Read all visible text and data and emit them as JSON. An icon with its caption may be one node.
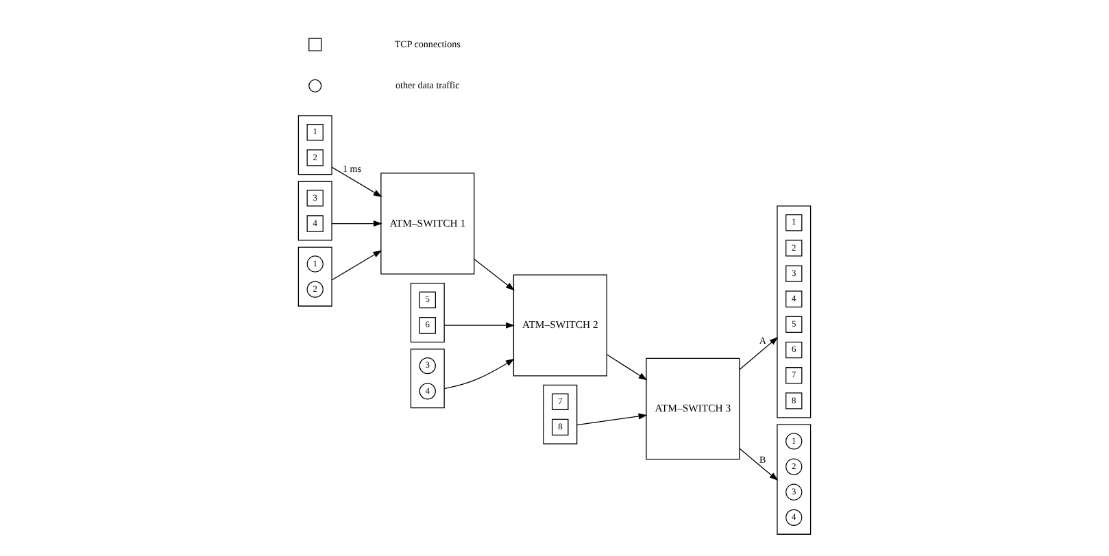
{
  "diagram": {
    "nodes": [
      {
        "text": [],
        "shape": "box"
      },
      {
        "text": [
          "1"
        ],
        "in": 0
      },
      {
        "text": [
          "2"
        ],
        "in": 0
      },
      {
        "text": [],
        "shape": "box"
      },
      {
        "text": [
          "3"
        ],
        "in": 3
      },
      {
        "text": [
          "4"
        ],
        "in": 3
      },
      {
        "text": [],
        "shape": "box"
      },
      {
        "text": [
          "1"
        ],
        "in": 6
      },
      {
        "text": [
          "2"
        ],
        "in": 6
      },
      {
        "text": [
          "ATM–SWITCH 1"
        ]
      },
      {
        "text": [
          "ATM–SWITCH 2"
        ]
      },
      {
        "text": [
          "ATM–SWITCH 3"
        ]
      },
      {
        "text": [],
        "shape": "box"
      },
      {
        "text": [
          "5"
        ],
        "in": 12
      },
      {
        "text": [
          "6"
        ],
        "in": 12
      },
      {
        "text": [],
        "shape": "box"
      },
      {
        "text": [
          "3"
        ],
        "in": 15
      },
      {
        "text": [
          "4"
        ],
        "in": 15
      },
      {
        "text": [],
        "shape": "box"
      },
      {
        "text": [
          "7"
        ],
        "in": 18
      },
      {
        "text": [
          "8"
        ],
        "in": 18
      },
      {
        "text": [],
        "shape": "box"
      },
      {
        "text": [
          "1"
        ],
        "in": 21
      },
      {
        "text": [
          "2"
        ],
        "in": 21
      },
      {
        "text": [
          "3"
        ],
        "in": 21
      },
      {
        "text": [
          "4"
        ],
        "in": 21
      },
      {
        "text": [
          "5"
        ],
        "in": 21
      },
      {
        "text": [
          "6"
        ],
        "in": 21
      },
      {
        "text": [
          "7"
        ],
        "in": 21
      },
      {
        "text": [
          "8"
        ],
        "in": 21
      },
      {
        "text": [],
        "shape": "box"
      },
      {
        "text": [
          "1"
        ],
        "in": 30
      },
      {
        "text": [
          "2"
        ],
        "in": 30
      },
      {
        "text": [
          "3"
        ],
        "in": 30
      },
      {
        "text": [
          "4"
        ],
        "in": 30
      }
    ],
    "edges": [
      {
        "from": 0,
        "to": 9,
        "arrow": "to",
        "label": "1 ms"
      },
      {
        "from": 3,
        "to": 9,
        "arrow": "to"
      },
      {
        "from": 6,
        "to": 9,
        "arrow": "to"
      },
      {
        "from": 9,
        "to": 10,
        "arrow": "to"
      },
      {
        "from": 12,
        "to": 10,
        "arrow": "to"
      },
      {
        "from": 15,
        "to": 10,
        "arrow": "to"
      },
      {
        "from": 10,
        "to": 11,
        "arrow": "to"
      },
      {
        "from": 18,
        "to": 11,
        "arrow": "to"
      },
      {
        "from": 11,
        "to": 21,
        "arrow": "to",
        "label": "A"
      },
      {
        "from": 11,
        "to": 30,
        "arrow": "to",
        "label": "B"
      }
    ],
    "legend": [
      {
        "text": "TCP connections"
      },
      {
        "text": "other data traffic"
      }
    ]
  }
}
